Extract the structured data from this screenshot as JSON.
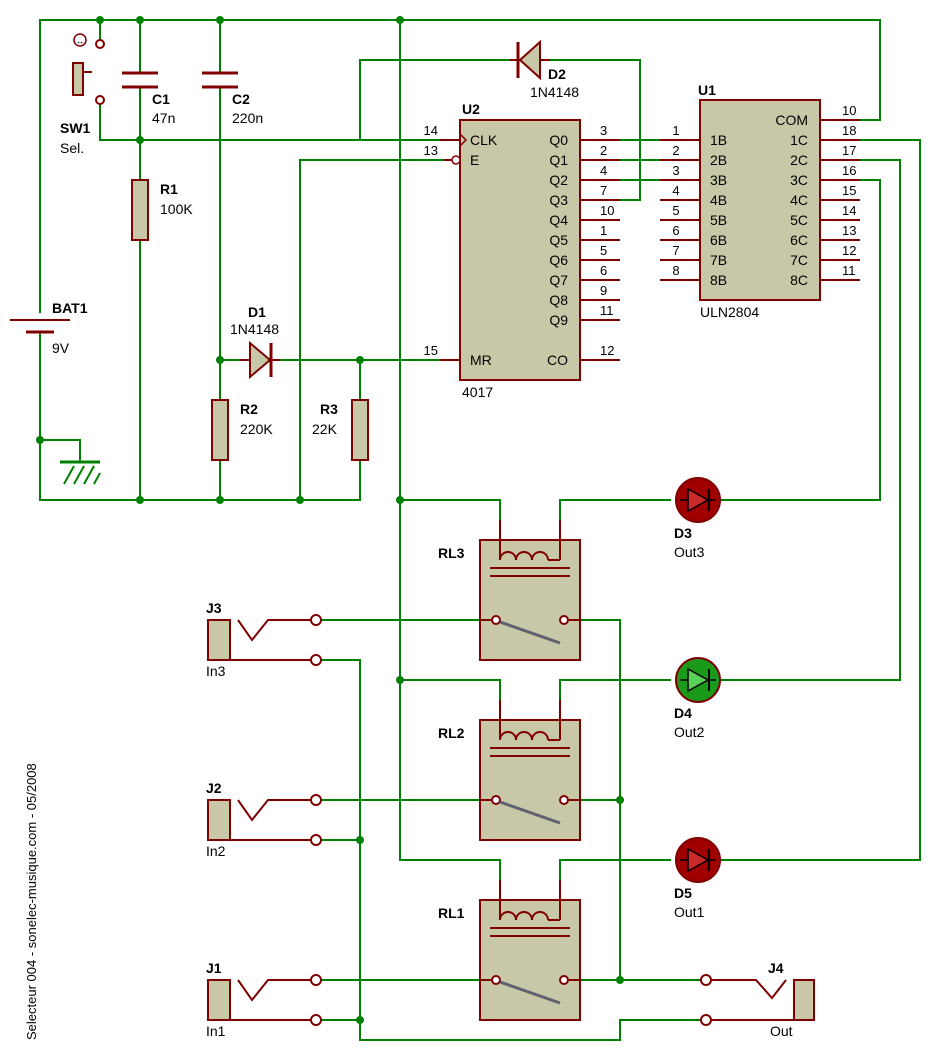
{
  "colors": {
    "wire": "#008000",
    "pin": "#800000",
    "body": "#c8c8a8",
    "led_on": "#1a9a1a",
    "led_off": "#a00000"
  },
  "credit": "Selecteur 004 - sonelec-musique.com - 05/2008",
  "components": {
    "sw1": {
      "ref": "SW1",
      "value": "Sel."
    },
    "c1": {
      "ref": "C1",
      "value": "47n"
    },
    "c2": {
      "ref": "C2",
      "value": "220n"
    },
    "r1": {
      "ref": "R1",
      "value": "100K"
    },
    "r2": {
      "ref": "R2",
      "value": "220K"
    },
    "r3": {
      "ref": "R3",
      "value": "22K"
    },
    "d1": {
      "ref": "D1",
      "value": "1N4148"
    },
    "d2": {
      "ref": "D2",
      "value": "1N4148"
    },
    "bat1": {
      "ref": "BAT1",
      "value": "9V"
    },
    "u2": {
      "ref": "U2",
      "value": "4017"
    },
    "u1": {
      "ref": "U1",
      "value": "ULN2804"
    },
    "rl1": {
      "ref": "RL1"
    },
    "rl2": {
      "ref": "RL2"
    },
    "rl3": {
      "ref": "RL3"
    },
    "d3": {
      "ref": "D3",
      "value": "Out3"
    },
    "d4": {
      "ref": "D4",
      "value": "Out2"
    },
    "d5": {
      "ref": "D5",
      "value": "Out1"
    },
    "j1": {
      "ref": "J1",
      "value": "In1"
    },
    "j2": {
      "ref": "J2",
      "value": "In2"
    },
    "j3": {
      "ref": "J3",
      "value": "In3"
    },
    "j4": {
      "ref": "J4",
      "value": "Out"
    }
  },
  "u2_pins": {
    "left": [
      {
        "num": "14",
        "name": "CLK"
      },
      {
        "num": "13",
        "name": "E"
      },
      {
        "num": "15",
        "name": "MR"
      }
    ],
    "right": [
      {
        "num": "3",
        "name": "Q0"
      },
      {
        "num": "2",
        "name": "Q1"
      },
      {
        "num": "4",
        "name": "Q2"
      },
      {
        "num": "7",
        "name": "Q3"
      },
      {
        "num": "10",
        "name": "Q4"
      },
      {
        "num": "1",
        "name": "Q5"
      },
      {
        "num": "5",
        "name": "Q6"
      },
      {
        "num": "6",
        "name": "Q7"
      },
      {
        "num": "9",
        "name": "Q8"
      },
      {
        "num": "11",
        "name": "Q9"
      },
      {
        "num": "12",
        "name": "CO"
      }
    ]
  },
  "u1_pins": {
    "left": [
      {
        "num": "1",
        "name": "1B"
      },
      {
        "num": "2",
        "name": "2B"
      },
      {
        "num": "3",
        "name": "3B"
      },
      {
        "num": "4",
        "name": "4B"
      },
      {
        "num": "5",
        "name": "5B"
      },
      {
        "num": "6",
        "name": "6B"
      },
      {
        "num": "7",
        "name": "7B"
      },
      {
        "num": "8",
        "name": "8B"
      }
    ],
    "right": [
      {
        "num": "10",
        "name": "COM"
      },
      {
        "num": "18",
        "name": "1C"
      },
      {
        "num": "17",
        "name": "2C"
      },
      {
        "num": "16",
        "name": "3C"
      },
      {
        "num": "15",
        "name": "4C"
      },
      {
        "num": "14",
        "name": "5C"
      },
      {
        "num": "13",
        "name": "6C"
      },
      {
        "num": "12",
        "name": "7C"
      },
      {
        "num": "11",
        "name": "8C"
      }
    ]
  },
  "leds": {
    "d3_state": "off",
    "d4_state": "on",
    "d5_state": "off"
  }
}
